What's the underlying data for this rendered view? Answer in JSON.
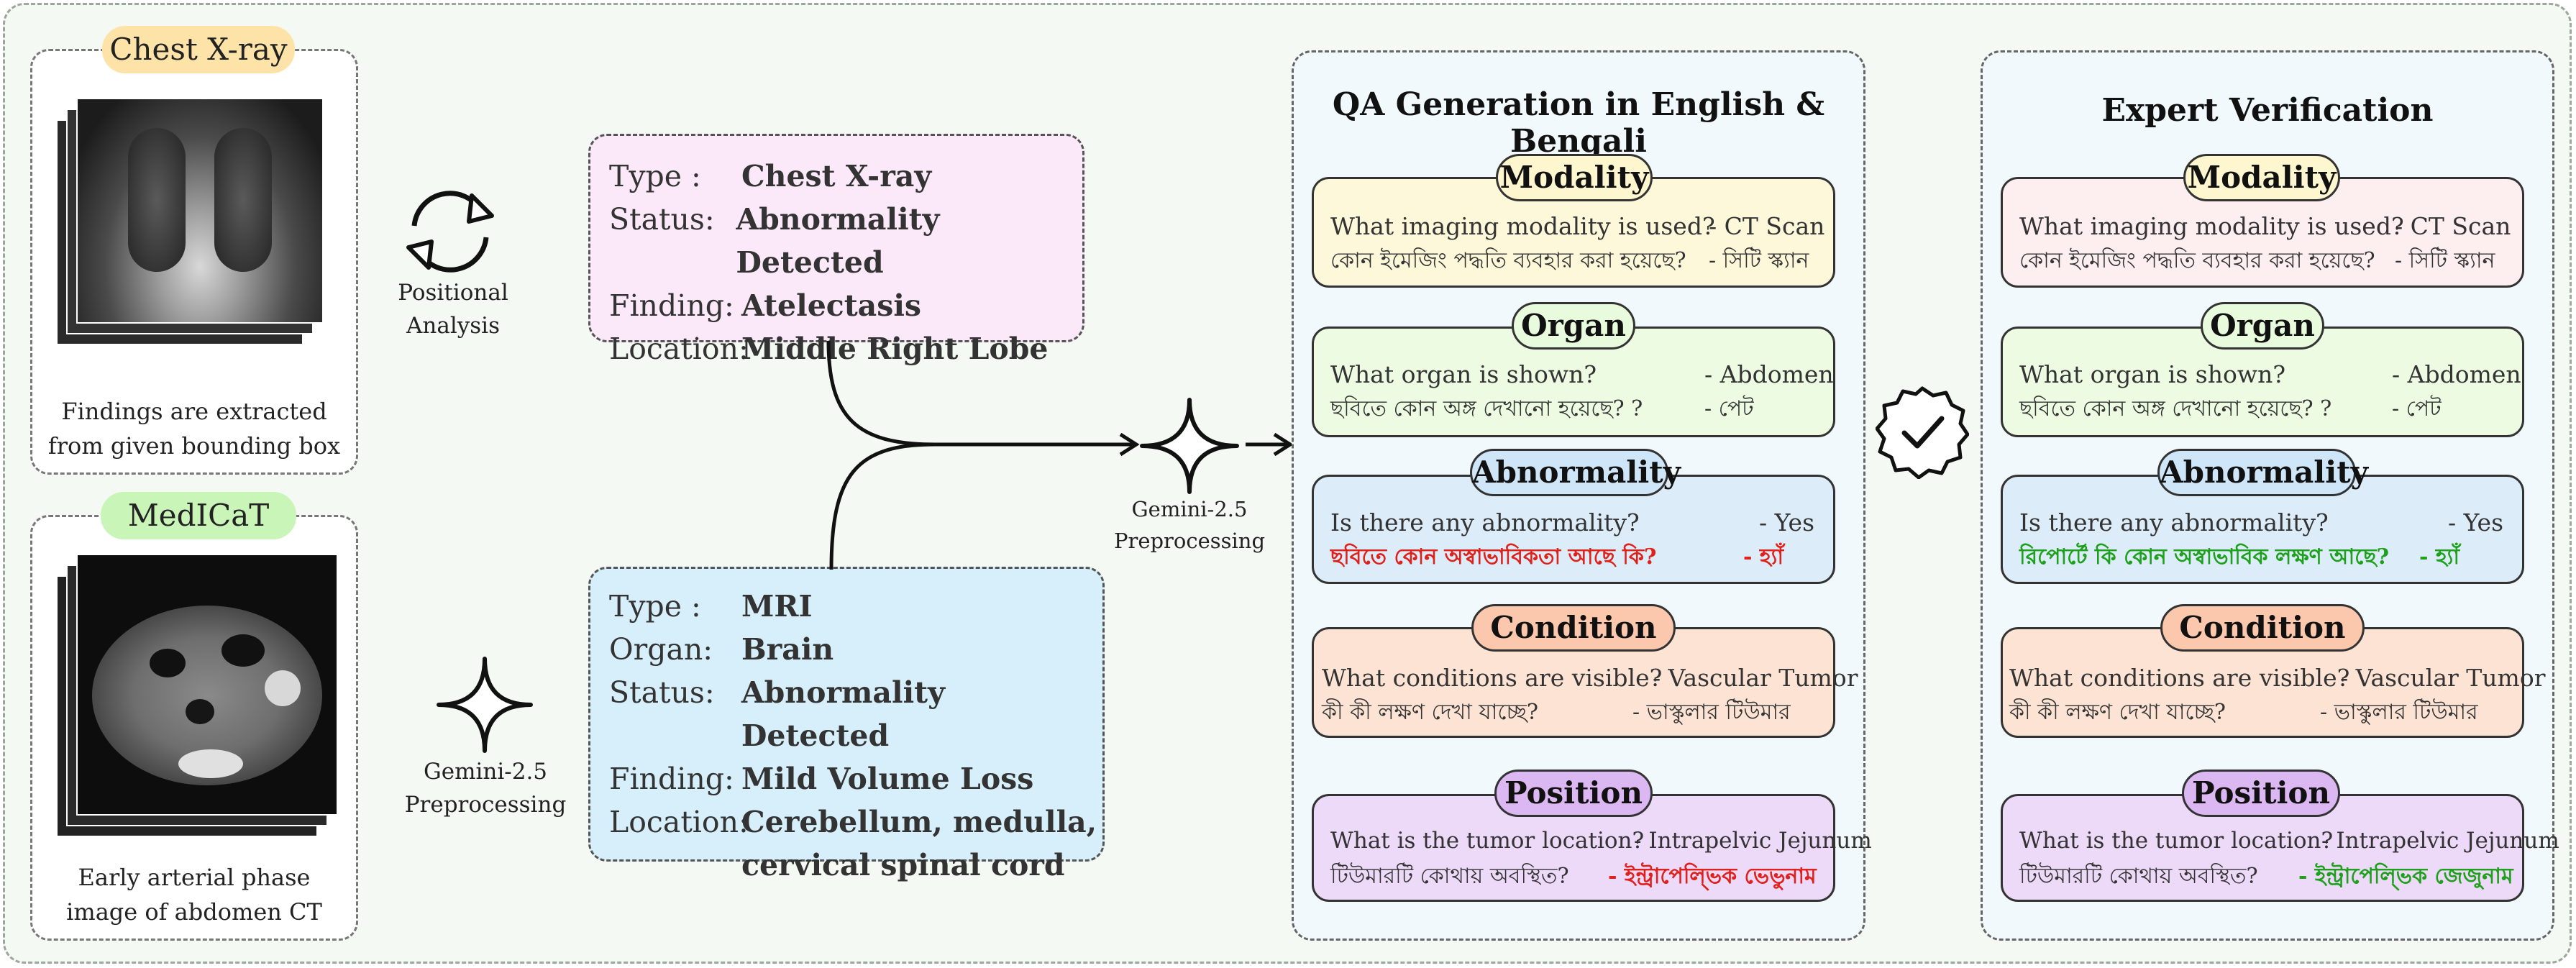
{
  "left": {
    "chest": {
      "tag": "Chest X-ray",
      "caption": "Findings are extracted from given bounding box"
    },
    "medicat": {
      "tag": "MedICaT",
      "caption": "Early arterial phase image of abdomen CT"
    }
  },
  "middle": {
    "positional_label": "Positional Analysis",
    "gemini_left_label": "Gemini-2.5 Preprocessing",
    "box1": [
      {
        "k": "Type :",
        "v": "Chest X-ray"
      },
      {
        "k": "Status:",
        "v": "Abnormality Detected"
      },
      {
        "k": "Finding:",
        "v": "Atelectasis"
      },
      {
        "k": "Location:",
        "v": "Middle Right Lobe"
      }
    ],
    "box2": [
      {
        "k": "Type :",
        "v": "MRI"
      },
      {
        "k": "Organ:",
        "v": "Brain"
      },
      {
        "k": "Status:",
        "v": "Abnormality Detected"
      },
      {
        "k": "Finding:",
        "v": "Mild Volume Loss"
      },
      {
        "k": "Location:",
        "v": "Cerebellum, medulla,"
      },
      {
        "k": "",
        "v": "cervical spinal cord"
      }
    ],
    "gemini_center_label": "Gemini-2.5 Preprocessing"
  },
  "qa_panel": {
    "title": "QA Generation in English & Bengali",
    "cards": [
      {
        "label": "Modality",
        "q_en": "What imaging modality is used?",
        "a_en": "- CT Scan",
        "q_bn": "কোন ইমেজিং পদ্ধতি ব্যবহার করা হয়েছে?",
        "a_bn": "- সিটি স্ক্যান"
      },
      {
        "label": "Organ",
        "q_en": "What organ is shown?",
        "a_en": "- Abdomen",
        "q_bn": "ছবিতে কোন অঙ্গ দেখানো হয়েছে? ?",
        "a_bn": "- পেট"
      },
      {
        "label": "Abnormality",
        "q_en": "Is there any abnormality?",
        "a_en": "- Yes",
        "q_bn": "ছবিতে কোন অস্বাভাবিকতা আছে কি?",
        "a_bn": "- হ্যাঁ"
      },
      {
        "label": "Condition",
        "q_en": "What conditions are visible?",
        "a_en": "- Vascular Tumor",
        "q_bn": "কী কী লক্ষণ দেখা যাচ্ছে?",
        "a_bn": "- ভাস্কুলার টিউমার"
      },
      {
        "label": "Position",
        "q_en": "What is the tumor location?",
        "a_en": "- Intrapelvic Jejunum",
        "q_bn": "টিউমারটি কোথায় অবস্থিত?",
        "a_bn": "- ইন্ট্রাপেল্ভিক ভেভুনাম"
      }
    ]
  },
  "expert_panel": {
    "title": "Expert Verification",
    "cards": [
      {
        "label": "Modality",
        "q_en": "What imaging modality is used?",
        "a_en": "- CT Scan",
        "q_bn": "কোন ইমেজিং পদ্ধতি ব্যবহার করা হয়েছে?",
        "a_bn": "- সিটি স্ক্যান"
      },
      {
        "label": "Organ",
        "q_en": "What organ is shown?",
        "a_en": "- Abdomen",
        "q_bn": "ছবিতে কোন অঙ্গ দেখানো হয়েছে? ?",
        "a_bn": "- পেট"
      },
      {
        "label": "Abnormality",
        "q_en": "Is there any abnormality?",
        "a_en": "- Yes",
        "q_bn": "রিপোর্টে কি কোন অস্বাভাবিক লক্ষণ আছে?",
        "a_bn": "- হ্যাঁ"
      },
      {
        "label": "Condition",
        "q_en": "What conditions are visible?",
        "a_en": "- Vascular Tumor",
        "q_bn": "কী কী লক্ষণ দেখা যাচ্ছে?",
        "a_bn": "- ভাস্কুলার টিউমার"
      },
      {
        "label": "Position",
        "q_en": "What is the tumor location?",
        "a_en": "- Intrapelvic Jejunum",
        "q_bn": "টিউমারটি কোথায় অবস্থিত?",
        "a_bn": "- ইন্ট্রাপেল্ভিক জেজুনাম"
      }
    ]
  },
  "colors": {
    "chest_tag": "#fde3a7",
    "medicat_tag": "#c9f5b8",
    "box1_bg": "#fbe9f9",
    "box2_bg": "#d6effa",
    "modality": "#fdf8d9",
    "organ": "#eefbe3",
    "abnormality": "#dcedf9",
    "condition": "#fde3d4",
    "position": "#edd9f8",
    "expert_modality": "#fdeef0",
    "label_modality": "#fdf6cf",
    "label_organ": "#e8fbdc",
    "label_abnormality": "#cfe6f8",
    "label_condition": "#fbc8ad",
    "label_position": "#dcb8f3",
    "red_highlight": "#e0201a",
    "green_highlight": "#1fa01c"
  }
}
